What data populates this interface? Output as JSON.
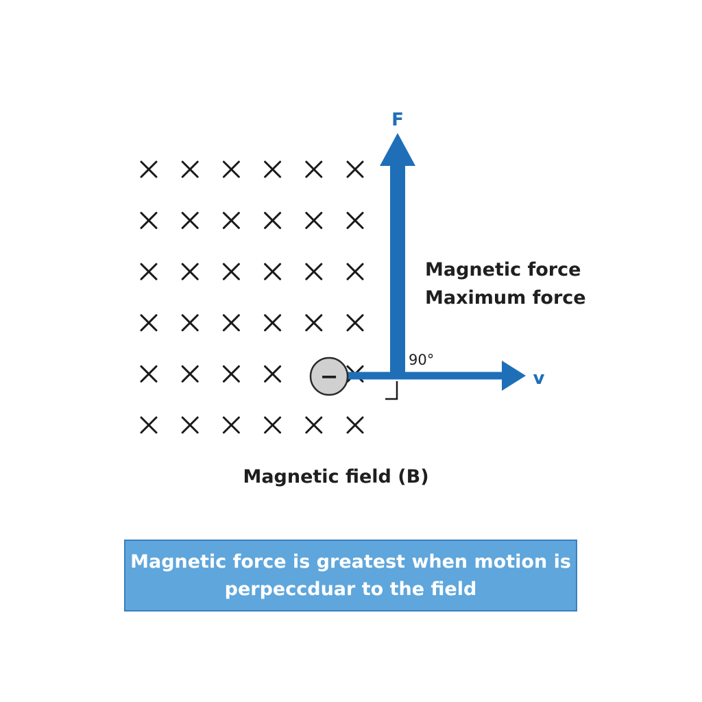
{
  "colors": {
    "vector_blue": "#1f6fb8",
    "caption_fill": "#5ea6dc",
    "caption_border": "#3b7fbf",
    "charge_fill": "#d0d0d0",
    "cross": "#1a1a1a"
  },
  "field": {
    "label": "Magnetic field (B)",
    "symbol": "×",
    "rows": 6,
    "cols": 6,
    "omitted_cross": {
      "row": 4,
      "col": 4
    }
  },
  "charge": {
    "sign": "−"
  },
  "vectors": {
    "force_label": "F",
    "velocity_label": "v",
    "angle_label": "90°"
  },
  "annotation": {
    "line1": "Magnetic force",
    "line2": "Maximum force"
  },
  "caption": {
    "line1": "Magnetic force is greatest when motion is",
    "line2": "perpeccduar to the field"
  }
}
